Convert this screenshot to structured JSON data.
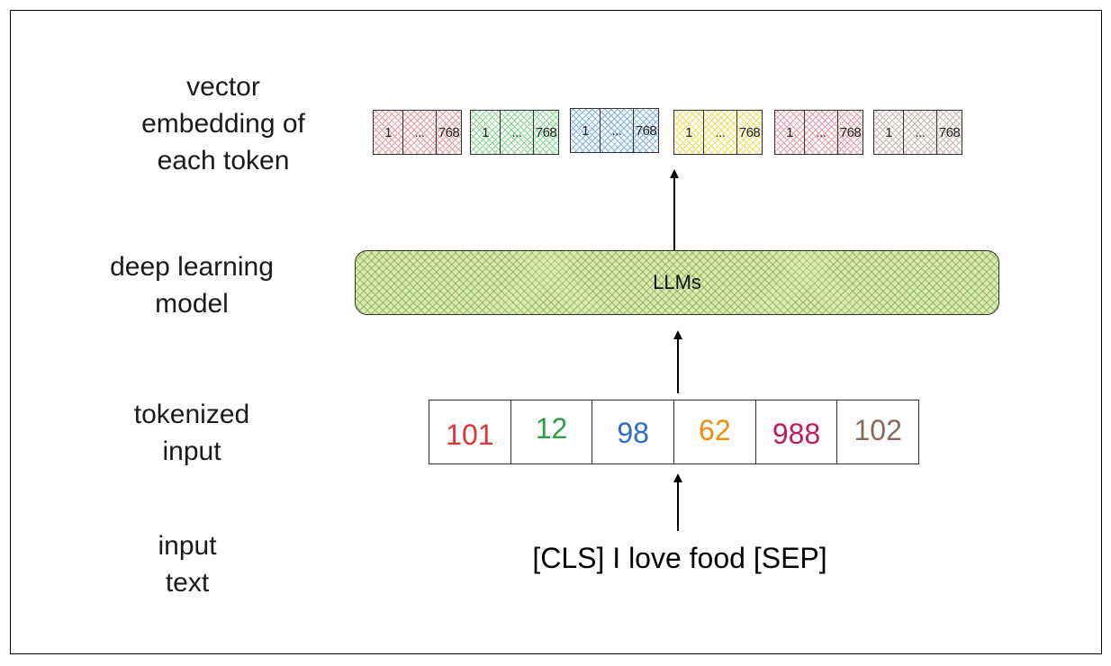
{
  "labels": {
    "vector": [
      "vector",
      "embedding of",
      "each token"
    ],
    "model": [
      "deep learning",
      "model"
    ],
    "tokenized": [
      "tokenized",
      "input"
    ],
    "input": [
      "input",
      "text"
    ]
  },
  "input_text": "[CLS] I love food [SEP]",
  "tokens": [
    {
      "id": "101",
      "color": "#d9363e"
    },
    {
      "id": "12",
      "color": "#2e9e45"
    },
    {
      "id": "98",
      "color": "#2f6fbf"
    },
    {
      "id": "62",
      "color": "#f08c10"
    },
    {
      "id": "988",
      "color": "#c21a5e"
    },
    {
      "id": "102",
      "color": "#8a6a5a"
    }
  ],
  "model_label": "LLMs",
  "model_fill_color": "#d5ecae",
  "embeddings": [
    {
      "first": "1",
      "middle": "...",
      "last": "768",
      "tint": "#e89aa0"
    },
    {
      "first": "1",
      "middle": "...",
      "last": "768",
      "tint": "#86d890"
    },
    {
      "first": "1",
      "middle": "...",
      "last": "768",
      "tint": "#7fb2ea"
    },
    {
      "first": "1",
      "middle": "...",
      "last": "768",
      "tint": "#f0dc60"
    },
    {
      "first": "1",
      "middle": "...",
      "last": "768",
      "tint": "#e89aa8"
    },
    {
      "first": "1",
      "middle": "...",
      "last": "768",
      "tint": "#c8b4b0"
    }
  ]
}
